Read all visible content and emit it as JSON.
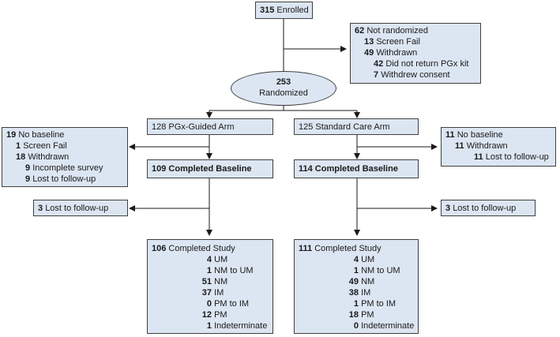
{
  "enrolled": {
    "n": "315",
    "label": "Enrolled"
  },
  "not_randomized": {
    "lines": [
      {
        "n": "62",
        "t": "Not randomized",
        "indent": 0
      },
      {
        "n": "13",
        "t": "Screen Fail",
        "indent": 1
      },
      {
        "n": "49",
        "t": "Withdrawn",
        "indent": 1
      },
      {
        "n": "42",
        "t": "Did not return PGx kit",
        "indent": 2
      },
      {
        "n": "7",
        "t": "Withdrew consent",
        "indent": 2
      }
    ]
  },
  "randomized": {
    "n": "253",
    "label": "Randomized"
  },
  "arms": {
    "pgx": {
      "label": "128 PGx-Guided Arm"
    },
    "standard": {
      "label": "125 Standard Care Arm"
    }
  },
  "left_no_baseline": {
    "lines": [
      {
        "n": "19",
        "t": "No baseline",
        "indent": 0
      },
      {
        "n": "1",
        "t": "Screen Fail",
        "indent": 1
      },
      {
        "n": "18",
        "t": "Withdrawn",
        "indent": 1
      },
      {
        "n": "9",
        "t": "Incomplete survey",
        "indent": 2
      },
      {
        "n": "9",
        "t": "Lost to follow-up",
        "indent": 2
      }
    ]
  },
  "right_no_baseline": {
    "lines": [
      {
        "n": "11",
        "t": "No baseline",
        "indent": 0
      },
      {
        "n": "11",
        "t": "Withdrawn",
        "indent": 1
      },
      {
        "n": "11",
        "t": "Lost to follow-up",
        "indent": 2
      }
    ]
  },
  "baseline": {
    "pgx": "109 Completed Baseline",
    "standard": "114 Completed Baseline"
  },
  "lost_followup": {
    "left": {
      "n": "3",
      "t": "Lost to follow-up"
    },
    "right": {
      "n": "3",
      "t": "Lost to follow-up"
    }
  },
  "completed": {
    "pgx": {
      "lines": [
        {
          "n": "106",
          "t": "Completed Study",
          "indent": 0
        },
        {
          "n": "4",
          "t": "UM",
          "indent": 1
        },
        {
          "n": "1",
          "t": "NM to UM",
          "indent": 1
        },
        {
          "n": "51",
          "t": "NM",
          "indent": 1
        },
        {
          "n": "37",
          "t": "IM",
          "indent": 1
        },
        {
          "n": "0",
          "t": "PM to IM",
          "indent": 1
        },
        {
          "n": "12",
          "t": "PM",
          "indent": 1
        },
        {
          "n": "1",
          "t": "Indeterminate",
          "indent": 1
        }
      ]
    },
    "standard": {
      "lines": [
        {
          "n": "111",
          "t": "Completed Study",
          "indent": 0
        },
        {
          "n": "4",
          "t": "UM",
          "indent": 1
        },
        {
          "n": "1",
          "t": "NM to UM",
          "indent": 1
        },
        {
          "n": "49",
          "t": "NM",
          "indent": 1
        },
        {
          "n": "38",
          "t": "IM",
          "indent": 1
        },
        {
          "n": "1",
          "t": "PM to IM",
          "indent": 1
        },
        {
          "n": "18",
          "t": "PM",
          "indent": 1
        },
        {
          "n": "0",
          "t": "Indeterminate",
          "indent": 1
        }
      ]
    }
  }
}
